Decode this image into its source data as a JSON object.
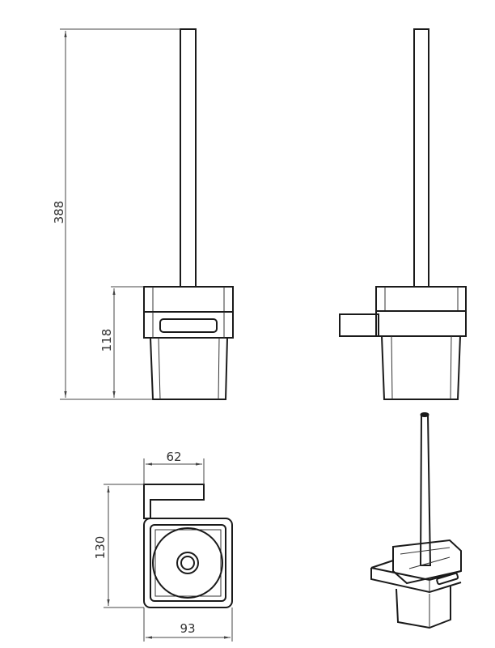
{
  "drawing": {
    "views": [
      "front-view",
      "side-view",
      "top-view",
      "isometric-view"
    ],
    "dimensions": {
      "overall_height": "388",
      "holder_height": "118",
      "bracket_projection": "62",
      "depth": "130",
      "width": "93"
    },
    "line_color": "#1a1a1a"
  }
}
